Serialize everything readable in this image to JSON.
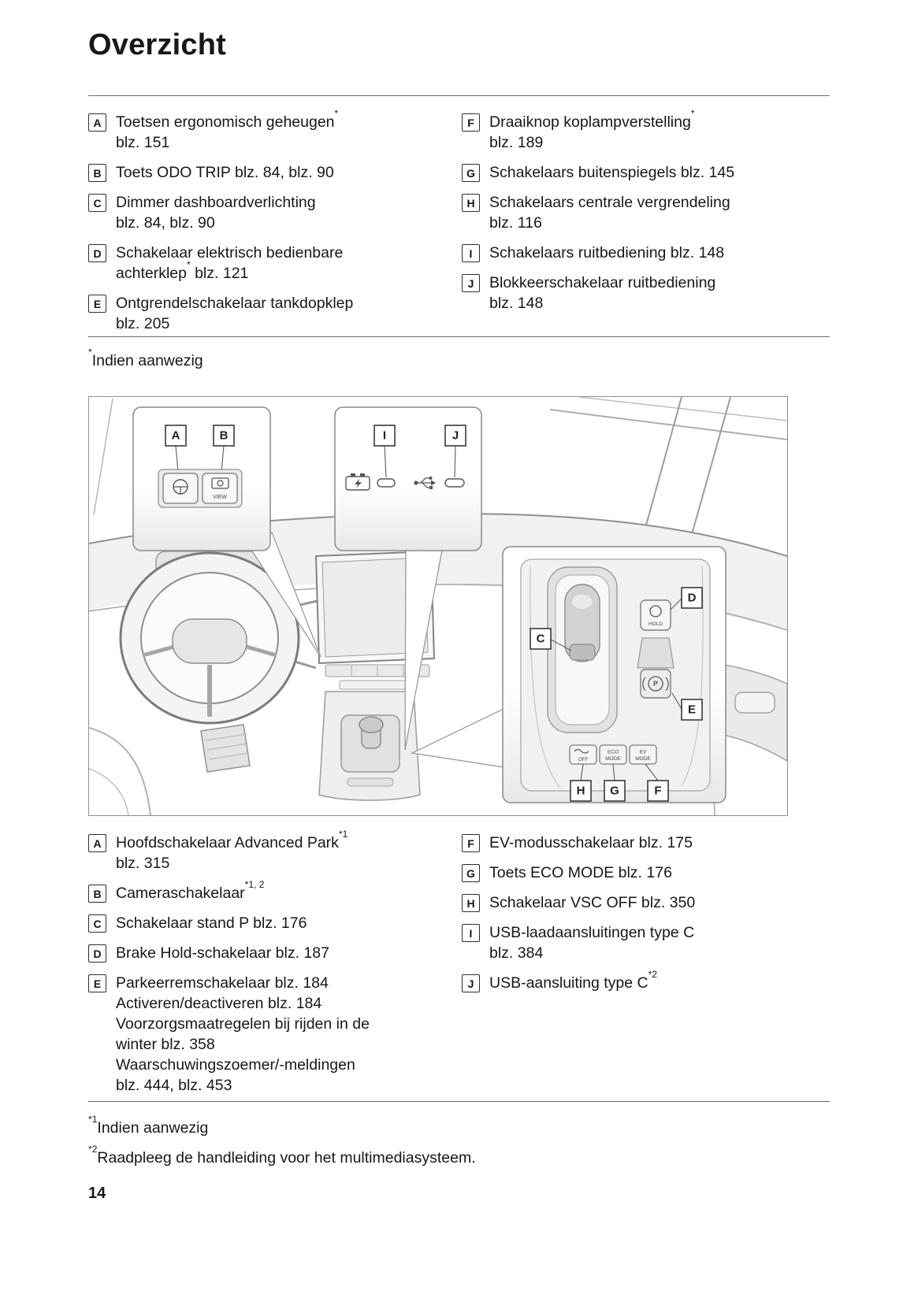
{
  "title": "Overzicht",
  "note_top": {
    "sup": "*",
    "text": "Indien aanwezig"
  },
  "list1": {
    "left": [
      {
        "key": "A",
        "lines": [
          [
            {
              "text": "Toetsen ergonomisch geheugen"
            },
            {
              "text": "*",
              "sup": true
            }
          ],
          [
            {
              "text": "blz. 151"
            }
          ]
        ]
      },
      {
        "key": "B",
        "lines": [
          [
            {
              "text": "Toets ODO TRIP blz. 84, blz. 90"
            }
          ]
        ]
      },
      {
        "key": "C",
        "lines": [
          [
            {
              "text": "Dimmer dashboardverlichting"
            }
          ],
          [
            {
              "text": "blz. 84, blz. 90"
            }
          ]
        ]
      },
      {
        "key": "D",
        "lines": [
          [
            {
              "text": "Schakelaar elektrisch bedienbare"
            }
          ],
          [
            {
              "text": "achterklep"
            },
            {
              "text": "*",
              "sup": true
            },
            {
              "text": " blz. 121"
            }
          ]
        ]
      },
      {
        "key": "E",
        "lines": [
          [
            {
              "text": "Ontgrendelschakelaar tankdopklep"
            }
          ],
          [
            {
              "text": "blz. 205"
            }
          ]
        ]
      }
    ],
    "right": [
      {
        "key": "F",
        "lines": [
          [
            {
              "text": "Draaiknop koplampverstelling"
            },
            {
              "text": "*",
              "sup": true
            }
          ],
          [
            {
              "text": "blz. 189"
            }
          ]
        ]
      },
      {
        "key": "G",
        "lines": [
          [
            {
              "text": "Schakelaars buitenspiegels blz. 145"
            }
          ]
        ]
      },
      {
        "key": "H",
        "lines": [
          [
            {
              "text": "Schakelaars centrale vergrendeling"
            }
          ],
          [
            {
              "text": "blz. 116"
            }
          ]
        ]
      },
      {
        "key": "I",
        "lines": [
          [
            {
              "text": "Schakelaars ruitbediening blz. 148"
            }
          ]
        ]
      },
      {
        "key": "J",
        "lines": [
          [
            {
              "text": "Blokkeerschakelaar ruitbediening"
            }
          ],
          [
            {
              "text": "blz. 148"
            }
          ]
        ]
      }
    ]
  },
  "list2": {
    "left": [
      {
        "key": "A",
        "lines": [
          [
            {
              "text": "Hoofdschakelaar Advanced Park"
            },
            {
              "text": "*1",
              "sup": true
            }
          ],
          [
            {
              "text": "blz. 315"
            }
          ]
        ]
      },
      {
        "key": "B",
        "lines": [
          [
            {
              "text": "Cameraschakelaar"
            },
            {
              "text": "*1, 2",
              "sup": true
            }
          ]
        ]
      },
      {
        "key": "C",
        "lines": [
          [
            {
              "text": "Schakelaar stand P blz. 176"
            }
          ]
        ]
      },
      {
        "key": "D",
        "lines": [
          [
            {
              "text": "Brake Hold-schakelaar blz. 187"
            }
          ]
        ]
      },
      {
        "key": "E",
        "lines": [
          [
            {
              "text": "Parkeerremschakelaar blz. 184"
            }
          ],
          [
            {
              "text": "Activeren/deactiveren blz. 184"
            }
          ],
          [
            {
              "text": "Voorzorgsmaatregelen bij rijden in de"
            }
          ],
          [
            {
              "text": "winter blz. 358"
            }
          ],
          [
            {
              "text": "Waarschuwingszoemer/-meldingen"
            }
          ],
          [
            {
              "text": "blz. 444, blz. 453"
            }
          ]
        ]
      }
    ],
    "right": [
      {
        "key": "F",
        "lines": [
          [
            {
              "text": "EV-modusschakelaar blz. 175"
            }
          ]
        ]
      },
      {
        "key": "G",
        "lines": [
          [
            {
              "text": "Toets ECO MODE blz. 176"
            }
          ]
        ]
      },
      {
        "key": "H",
        "lines": [
          [
            {
              "text": "Schakelaar VSC OFF blz. 350"
            }
          ]
        ]
      },
      {
        "key": "I",
        "lines": [
          [
            {
              "text": "USB-laadaansluitingen type C"
            }
          ],
          [
            {
              "text": "blz. 384"
            }
          ]
        ]
      },
      {
        "key": "J",
        "lines": [
          [
            {
              "text": "USB-aansluiting type C"
            },
            {
              "text": "*2",
              "sup": true
            }
          ]
        ]
      }
    ]
  },
  "footnotes": [
    {
      "sup": "*1",
      "text": "Indien aanwezig"
    },
    {
      "sup": "*2",
      "text": "Raadpleeg de handleiding voor het multimediasysteem."
    }
  ],
  "page_number": "14",
  "diagram": {
    "callouts": {
      "A": "A",
      "B": "B",
      "C": "C",
      "D": "D",
      "E": "E",
      "F": "F",
      "G": "G",
      "H": "H",
      "I": "I",
      "J": "J"
    },
    "labels": {
      "view": "VIEW",
      "hold": "HOLD",
      "p": "P",
      "off": "OFF",
      "eco": "ECO",
      "ev": "EV",
      "mode": "MODE"
    }
  }
}
